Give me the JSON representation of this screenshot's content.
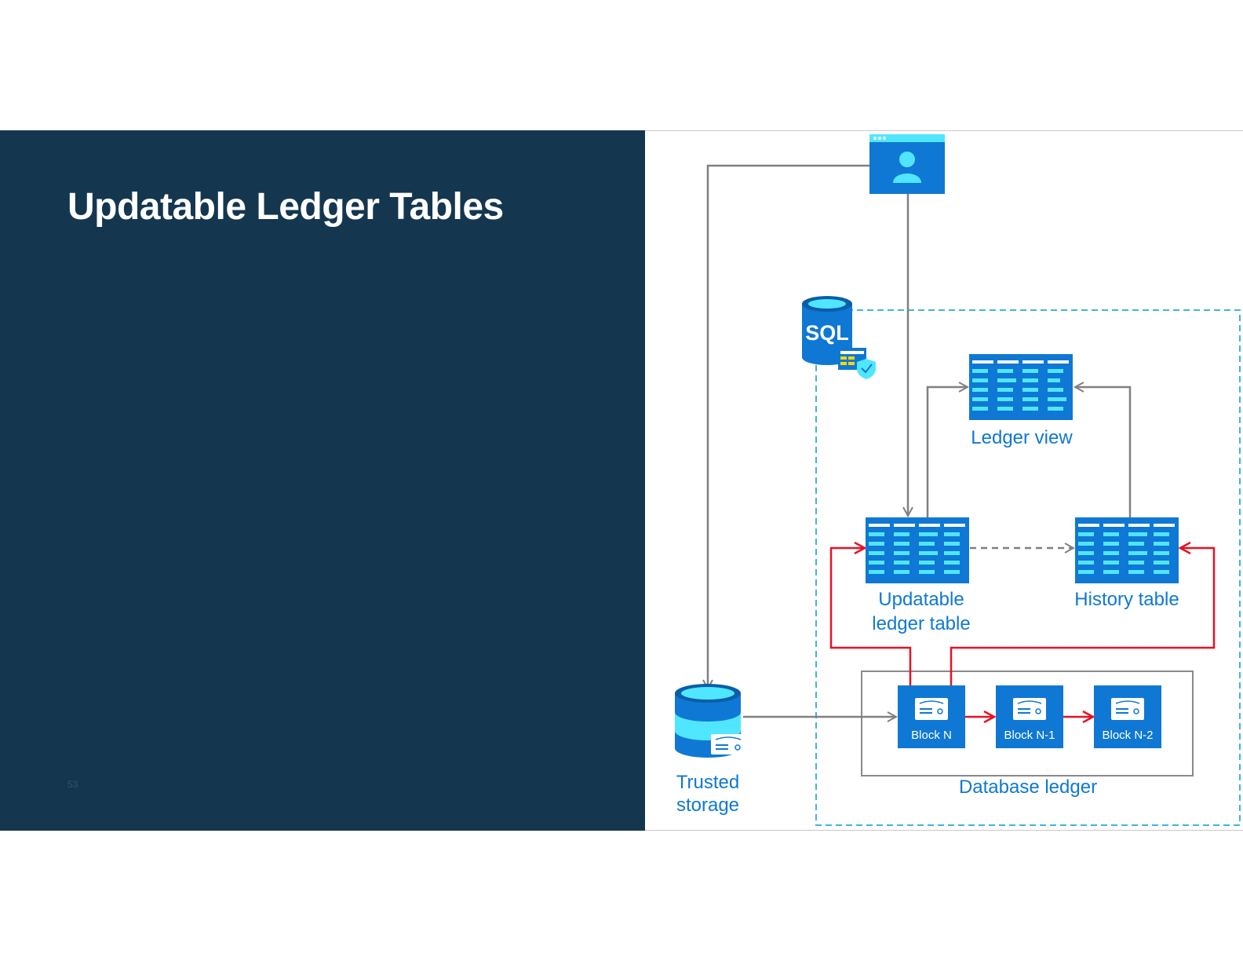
{
  "slide": {
    "title": "Updatable Ledger Tables",
    "page_number": "53"
  },
  "diagram": {
    "sql_label": "SQL",
    "ledger_view_label": "Ledger view",
    "updatable_table_label_line1": "Updatable",
    "updatable_table_label_line2": "ledger table",
    "history_table_label": "History table",
    "trusted_storage_line1": "Trusted",
    "trusted_storage_line2": "storage",
    "database_ledger_label": "Database ledger",
    "blocks": [
      "Block N",
      "Block N-1",
      "Block N-2"
    ]
  },
  "colors": {
    "panel": "#14374f",
    "accent_blue": "#0f78d4",
    "cyan": "#50e6ff",
    "red_arrow": "#e81123",
    "grey_arrow": "#808080"
  },
  "icons": [
    "user-icon",
    "sql-database-icon",
    "table-icon",
    "block-icon",
    "storage-icon"
  ]
}
